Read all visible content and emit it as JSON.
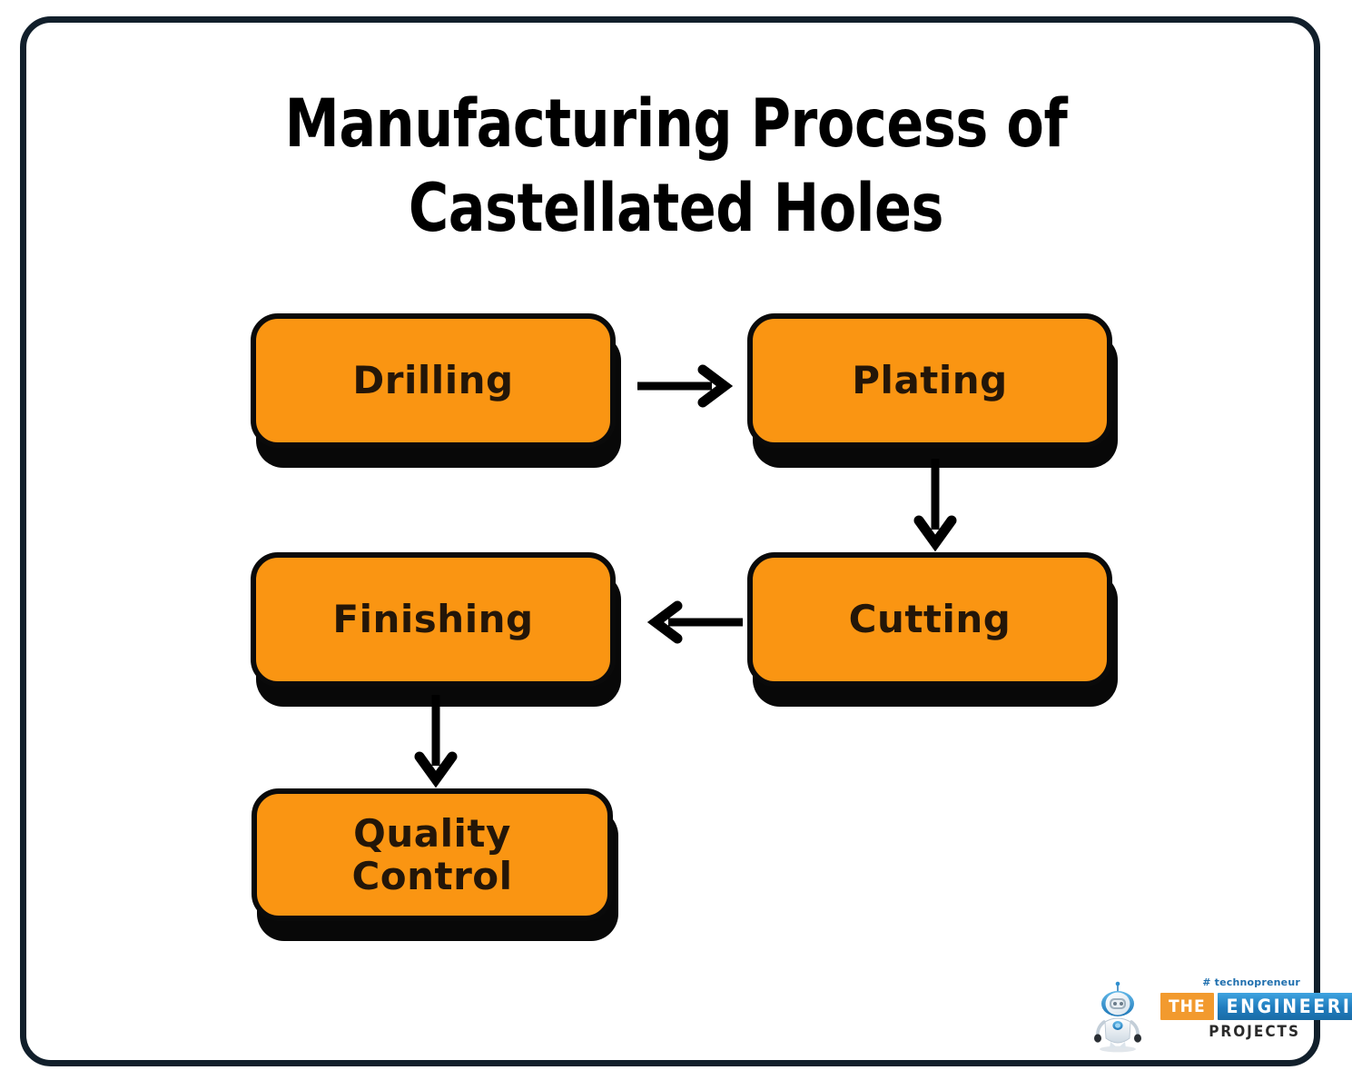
{
  "frame": {
    "border_color": "#111f2b",
    "background": "#ffffff"
  },
  "title": {
    "line1": "Manufacturing Process of",
    "line2": "Castellated Holes",
    "color": "#000000"
  },
  "theme": {
    "node_fill": "#fa9512",
    "node_border": "#0a0a0a",
    "node_shadow": "#080808",
    "node_text": "#241608",
    "connector_color": "#000000"
  },
  "diagram": {
    "type": "flowchart",
    "nodes": [
      {
        "id": "drilling",
        "label": "Drilling"
      },
      {
        "id": "plating",
        "label": "Plating"
      },
      {
        "id": "cutting",
        "label": "Cutting"
      },
      {
        "id": "finishing",
        "label": "Finishing"
      },
      {
        "id": "quality",
        "label": "Quality\nControl"
      }
    ],
    "edges": [
      {
        "from": "drilling",
        "to": "plating",
        "direction": "right"
      },
      {
        "from": "plating",
        "to": "cutting",
        "direction": "down"
      },
      {
        "from": "cutting",
        "to": "finishing",
        "direction": "left"
      },
      {
        "from": "finishing",
        "to": "quality",
        "direction": "down"
      }
    ]
  },
  "logo": {
    "tagline": "# technopreneur",
    "the": "THE",
    "engineering": "ENGINEERING",
    "projects": "PROJECTS",
    "the_color": "#f29a2e",
    "engineering_color": "#1f7cbe"
  }
}
